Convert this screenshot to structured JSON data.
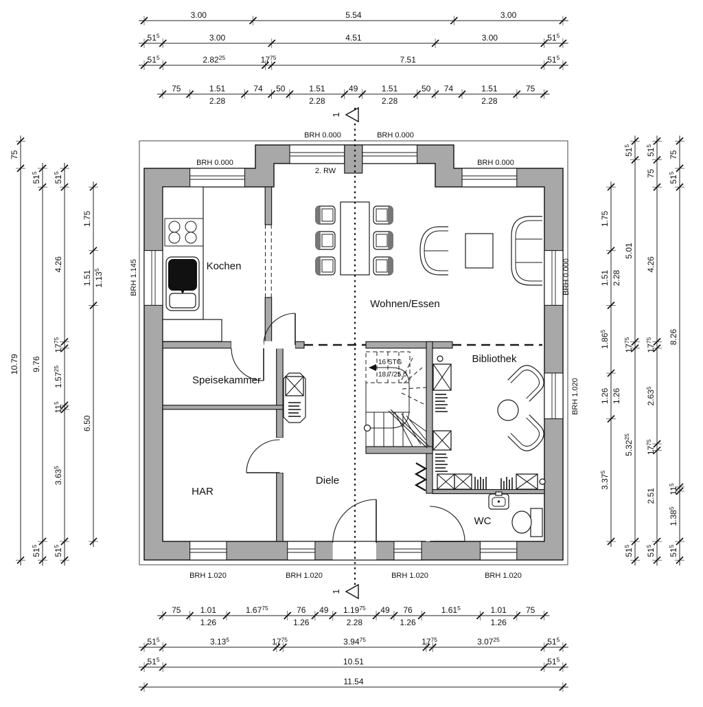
{
  "labels": {
    "rooms": {
      "kochen": "Kochen",
      "speisekammer": "Speisekammer",
      "har": "HAR",
      "diele": "Diele",
      "wohnen_essen": "Wohnen/Essen",
      "bibliothek": "Bibliothek",
      "wc": "WC"
    },
    "annotations": {
      "second_rescue_route": "2. RW",
      "stairs_line1": "16 STG",
      "stairs_line2": "18.7/25.0",
      "section_number": "1"
    },
    "brh": {
      "brh_0000": "BRH 0.000",
      "brh_1020": "BRH 1.020",
      "brh_1145": "BRH 1.145"
    }
  },
  "colors": {
    "wall_fill": "#a8a8a8",
    "line": "#1a1a1a"
  },
  "dim_chains": {
    "top1": {
      "segments": [
        {
          "label": "3.00",
          "v": 3.0
        },
        {
          "label": "5.54",
          "v": 5.54
        },
        {
          "label": "3.00",
          "v": 3.0
        }
      ]
    },
    "top2": {
      "segments": [
        {
          "label": "51",
          "sup": "5",
          "v": 0.515
        },
        {
          "label": "3.00",
          "v": 3.0
        },
        {
          "label": "4.51",
          "v": 4.51
        },
        {
          "label": "3.00",
          "v": 3.0
        },
        {
          "label": "51",
          "sup": "5",
          "v": 0.515
        }
      ]
    },
    "top3": {
      "segments": [
        {
          "label": "51",
          "sup": "5",
          "v": 0.515
        },
        {
          "label": "2.82",
          "sup": "25",
          "v": 2.8225
        },
        {
          "label": "17",
          "sup": "75",
          "v": 0.1775
        },
        {
          "label": "7.51",
          "v": 7.51
        },
        {
          "label": "51",
          "sup": "5",
          "v": 0.515
        }
      ]
    },
    "top4": {
      "segments": [
        {
          "label": "75",
          "v": 0.75
        },
        {
          "label": "1.51",
          "sub": "2.28",
          "v": 1.51
        },
        {
          "label": "74",
          "v": 0.74
        },
        {
          "label": "50",
          "v": 0.5
        },
        {
          "label": "1.51",
          "sub": "2.28",
          "v": 1.51
        },
        {
          "label": "49",
          "v": 0.49
        },
        {
          "label": "1.51",
          "sub": "2.28",
          "v": 1.51
        },
        {
          "label": "50",
          "v": 0.5
        },
        {
          "label": "74",
          "v": 0.74
        },
        {
          "label": "1.51",
          "sub": "2.28",
          "v": 1.51
        },
        {
          "label": "75",
          "v": 0.75
        }
      ]
    },
    "bottom1": {
      "segments": [
        {
          "label": "75",
          "v": 0.75
        },
        {
          "label": "1.01",
          "sub": "1.26",
          "v": 1.01
        },
        {
          "label": "1.67",
          "sup": "75",
          "v": 1.6775
        },
        {
          "label": "76",
          "sub": "1.26",
          "v": 0.76
        },
        {
          "label": "49",
          "v": 0.49
        },
        {
          "label": "1.19",
          "sup": "75",
          "sub": "2.28",
          "v": 1.1975
        },
        {
          "label": "49",
          "v": 0.49
        },
        {
          "label": "76",
          "sub": "1.26",
          "v": 0.76
        },
        {
          "label": "1.61",
          "sup": "5",
          "v": 1.615
        },
        {
          "label": "1.01",
          "sub": "1.26",
          "v": 1.01
        },
        {
          "label": "75",
          "v": 0.75
        }
      ]
    },
    "bottom2": {
      "segments": [
        {
          "label": "51",
          "sup": "5",
          "v": 0.515
        },
        {
          "label": "3.13",
          "sup": "5",
          "v": 3.135
        },
        {
          "label": "17",
          "sup": "75",
          "v": 0.1775
        },
        {
          "label": "3.94",
          "sup": "75",
          "v": 3.9475
        },
        {
          "label": "17",
          "sup": "75",
          "v": 0.1775
        },
        {
          "label": "3.07",
          "sup": "25",
          "v": 3.0725
        },
        {
          "label": "51",
          "sup": "5",
          "v": 0.515
        }
      ]
    },
    "bottom3": {
      "segments": [
        {
          "label": "51",
          "sup": "5",
          "v": 0.515
        },
        {
          "label": "10.51",
          "v": 10.51
        },
        {
          "label": "51",
          "sup": "5",
          "v": 0.515
        }
      ]
    },
    "bottom4": {
      "segments": [
        {
          "label": "11.54",
          "v": 11.54
        }
      ]
    },
    "left1": {
      "segments": [
        {
          "label": "75",
          "v": 0.75
        },
        {
          "label": "10.79",
          "v": 10.79
        }
      ]
    },
    "left2": {
      "segments": [
        {
          "label": "51",
          "sup": "5",
          "v": 0.515
        },
        {
          "label": "9.76",
          "v": 9.76
        },
        {
          "label": "51",
          "sup": "5",
          "v": 0.515
        }
      ]
    },
    "left3": {
      "segments": [
        {
          "label": "51",
          "sup": "5",
          "v": 0.515
        },
        {
          "label": "4.26",
          "v": 4.26
        },
        {
          "label": "17",
          "sup": "75",
          "v": 0.1775
        },
        {
          "label": "1.57",
          "sup": "25",
          "v": 1.5725
        },
        {
          "label": "11",
          "sup": "5",
          "v": 0.115
        },
        {
          "label": "3.63",
          "sup": "5",
          "v": 3.635
        },
        {
          "label": "51",
          "sup": "5",
          "v": 0.515
        }
      ]
    },
    "left4": {
      "segments": [
        {
          "label": "1.75",
          "v": 1.75
        },
        {
          "label": "1.51",
          "sub": "1.13",
          "sub_sup": "5",
          "v": 1.51
        },
        {
          "label": "6.50",
          "v": 6.5
        }
      ]
    },
    "right1": {
      "segments": [
        {
          "label": "1.75",
          "v": 1.75
        },
        {
          "label": "1.51",
          "sub": "2.28",
          "v": 1.51
        },
        {
          "label": "1.86",
          "sup": "5",
          "v": 1.865
        },
        {
          "label": "1.26",
          "sub": "1.26",
          "v": 1.26
        },
        {
          "label": "3.37",
          "sup": "5",
          "v": 3.375
        }
      ]
    },
    "right2": {
      "segments": [
        {
          "label": "51",
          "sup": "5",
          "v": 0.515
        },
        {
          "label": "5.01",
          "v": 5.01
        },
        {
          "label": "17",
          "sup": "75",
          "v": 0.1775
        },
        {
          "label": "5.32",
          "sup": "25",
          "v": 5.3225
        },
        {
          "label": "51",
          "sup": "5",
          "v": 0.515
        }
      ]
    },
    "right3": {
      "segments": [
        {
          "label": "51",
          "sup": "5",
          "v": 0.515
        },
        {
          "label": "75",
          "v": 0.75
        },
        {
          "label": "4.26",
          "v": 4.26
        },
        {
          "label": "17",
          "sup": "75",
          "v": 0.1775
        },
        {
          "label": "2.63",
          "sup": "5",
          "v": 2.635
        },
        {
          "label": "17",
          "sup": "75",
          "v": 0.1775
        },
        {
          "label": "2.51",
          "v": 2.51
        },
        {
          "label": "51",
          "sup": "5",
          "v": 0.515
        }
      ]
    },
    "right4": {
      "segments": [
        {
          "label": "75",
          "v": 0.75
        },
        {
          "label": "51",
          "sup": "5",
          "v": 0.515
        },
        {
          "label": "8.26",
          "v": 8.26
        },
        {
          "label": "11",
          "sup": "5",
          "v": 0.115
        },
        {
          "label": "1.38",
          "sup": "5",
          "v": 1.385
        },
        {
          "label": "51",
          "sup": "5",
          "v": 0.515
        }
      ]
    }
  }
}
